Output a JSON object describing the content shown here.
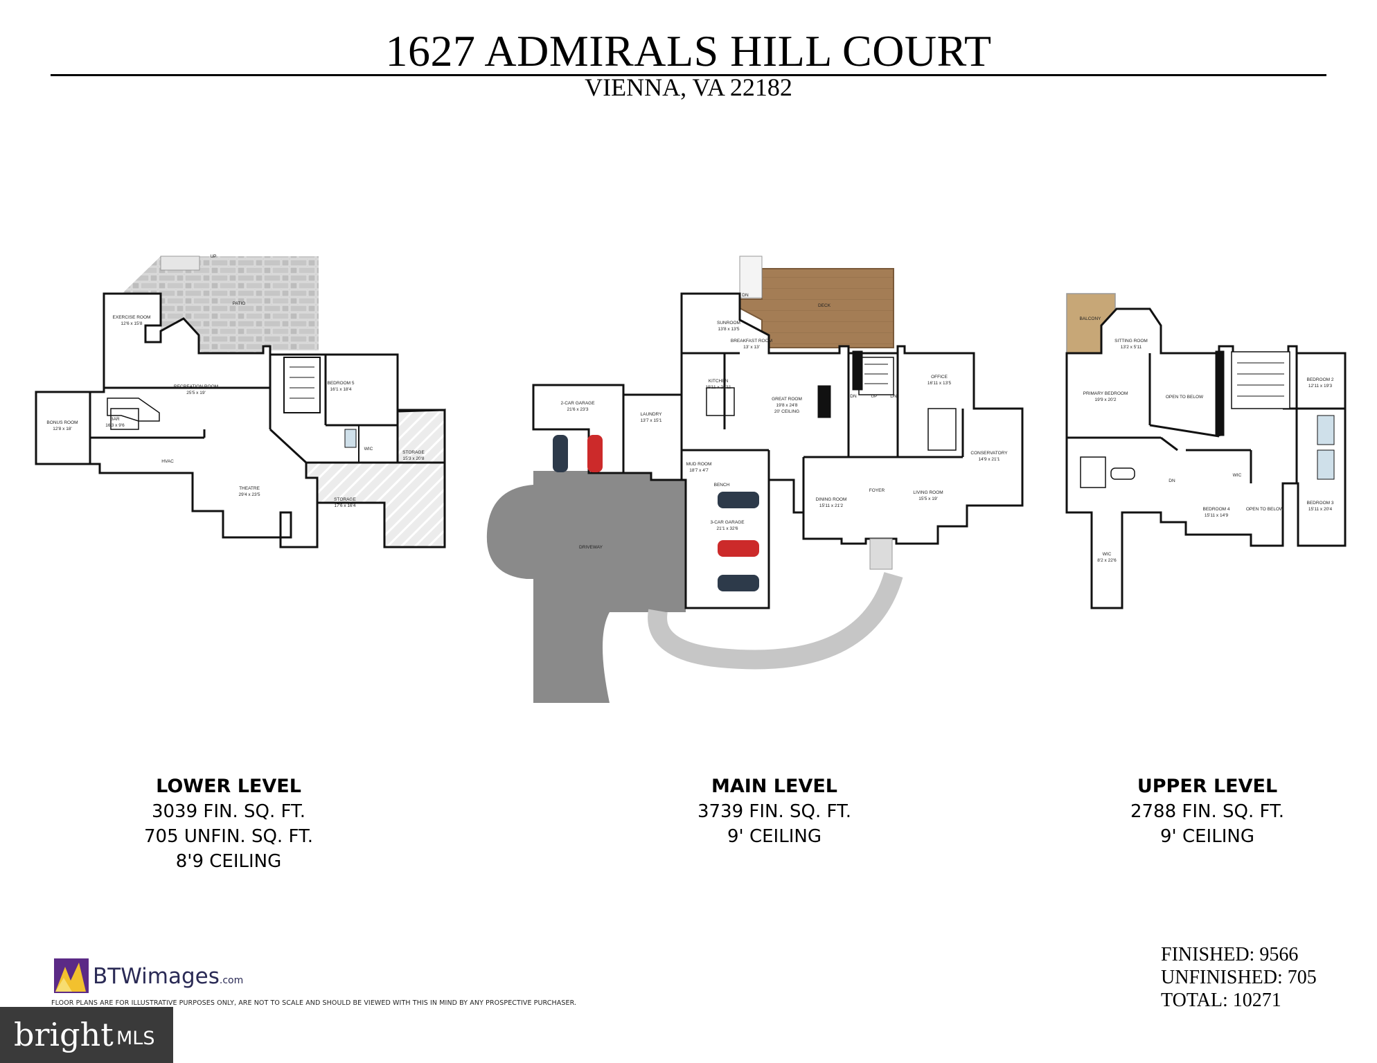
{
  "header": {
    "title": "1627 ADMIRALS HILL COURT",
    "subtitle": "VIENNA, VA 22182"
  },
  "lower": {
    "name": "LOWER LEVEL",
    "line1": "3039 FIN. SQ. FT.",
    "line2": "705 UNFIN. SQ. FT.",
    "line3": "8'9 CEILING",
    "rooms": {
      "patio": "PATIO",
      "up": "UP",
      "exercise": "EXERCISE ROOM",
      "exercise_dim": "12'6 x 15'8",
      "recreation": "RECREATION ROOM",
      "recreation_dim": "25'5 x 19'",
      "bonus": "BONUS ROOM",
      "bonus_dim": "12'8 x 18'",
      "bar": "BAR",
      "bar_dim": "16'3 x 9'6",
      "hvac": "HVAC",
      "bedroom5": "BEDROOM 5",
      "bedroom5_dim": "16'1 x 18'4",
      "wic": "WIC",
      "theatre": "THEATRE",
      "theatre_dim": "29'4 x 23'5",
      "storage1": "STORAGE",
      "storage1_dim": "17'6 x 16'4",
      "storage2": "STORAGE",
      "storage2_dim": "15'3 x 20'8"
    }
  },
  "main": {
    "name": "MAIN LEVEL",
    "line1": "3739 FIN. SQ. FT.",
    "line2": "9' CEILING",
    "rooms": {
      "deck": "DECK",
      "sunroom": "SUNROOM",
      "sunroom_dim": "13'8 x 13'5",
      "breakfast": "BREAKFAST ROOM",
      "breakfast_dim": "13' x 13'",
      "kitchen": "KITCHEN",
      "kitchen_dim": "19'11 x 20'11",
      "great": "GREAT ROOM",
      "great_dim": "19'8 x 24'8",
      "great_ceiling": "20' CEILING",
      "office": "OFFICE",
      "office_dim": "16'11 x 13'5",
      "garage2": "2-CAR GARAGE",
      "garage2_dim": "21'6 x 23'3",
      "laundry": "LAUNDRY",
      "laundry_dim": "13'7 x 15'1",
      "mud": "MUD ROOM",
      "mud_dim": "18'7 x 4'7",
      "bench": "BENCH",
      "garage3": "3-CAR GARAGE",
      "garage3_dim": "21'1 x 32'6",
      "driveway": "DRIVEWAY",
      "dining": "DINING ROOM",
      "dining_dim": "15'11 x 21'2",
      "foyer": "FOYER",
      "living": "LIVING ROOM",
      "living_dim": "15'5 x 19'",
      "conservatory": "CONSERVATORY",
      "conservatory_dim": "14'9 x 21'1",
      "dn": "DN",
      "up": "UP"
    }
  },
  "upper": {
    "name": "UPPER LEVEL",
    "line1": "2788 FIN. SQ. FT.",
    "line2": "9' CEILING",
    "rooms": {
      "balcony": "BALCONY",
      "sitting": "SITTING ROOM",
      "sitting_dim": "13'2 x 5'11",
      "primary": "PRIMARY BEDROOM",
      "primary_dim": "19'9 x 20'2",
      "open_below": "OPEN TO BELOW",
      "bedroom2": "BEDROOM 2",
      "bedroom2_dim": "12'11 x 19'3",
      "bedroom3": "BEDROOM 3",
      "bedroom3_dim": "15'11 x 20'4",
      "bedroom4": "BEDROOM 4",
      "bedroom4_dim": "15'11 x 14'9",
      "open_below2": "OPEN TO BELOW",
      "wic": "WIC",
      "wic2": "WIC",
      "wic2_dim": "8'2 x 22'6",
      "dn": "DN"
    }
  },
  "totals": {
    "finished": "FINISHED: 9566",
    "unfinished": "UNFINISHED: 705",
    "total": "TOTAL: 10271"
  },
  "footer": {
    "logo_name": "BTWimages",
    "logo_suffix": ".com",
    "disclaimer": "FLOOR PLANS ARE FOR ILLUSTRATIVE PURPOSES ONLY, ARE NOT TO SCALE AND SHOULD BE VIEWED WITH THIS IN MIND BY ANY PROSPECTIVE PURCHASER.",
    "bright_brand": "bright",
    "bright_suffix": "MLS"
  },
  "colors": {
    "deck": "#a47d55",
    "driveway": "#8a8a8a",
    "patio": "#cfcfcf",
    "balcony": "#c7a777",
    "logo_purple": "#5b2a86",
    "logo_yellow": "#f2c12e"
  }
}
